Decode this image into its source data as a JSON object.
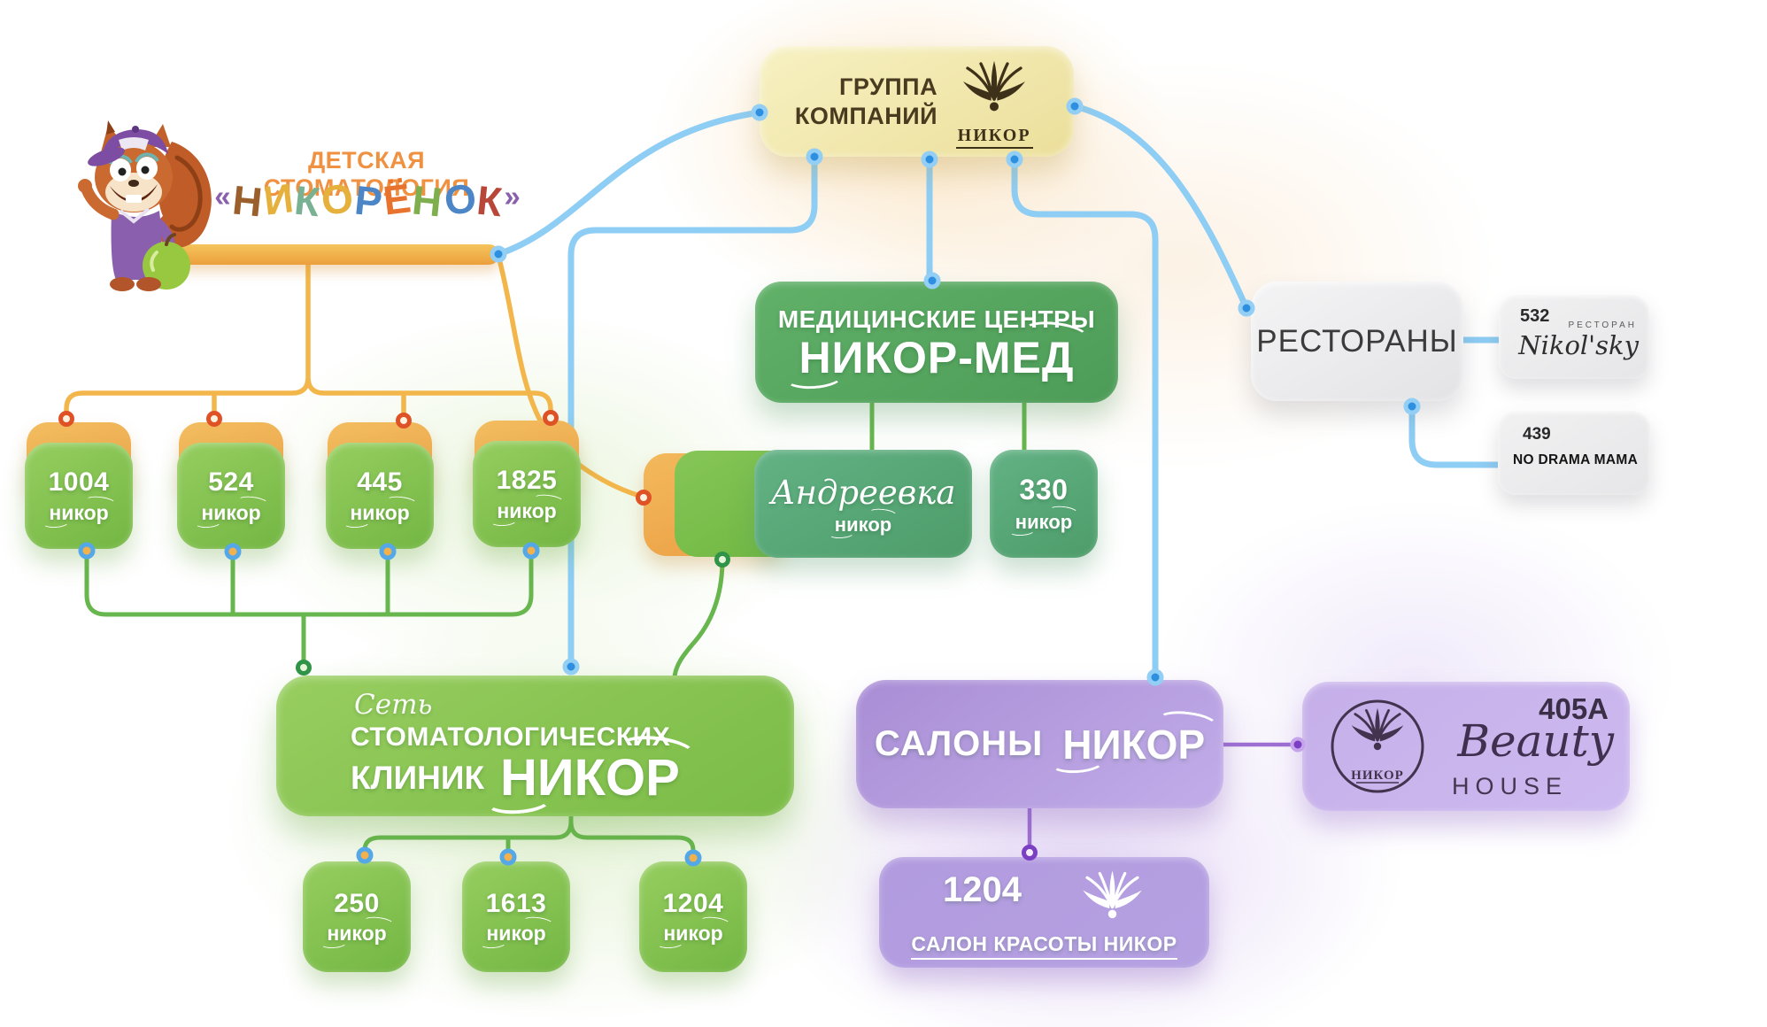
{
  "brand": {
    "tagline": "ДЕТСКАЯ СТОМАТОЛОГИЯ",
    "name_letters": [
      {
        "ch": "«",
        "color": "#8a5fae"
      },
      {
        "ch": "Н",
        "color": "#9a5f2a"
      },
      {
        "ch": "И",
        "color": "#e5b13c"
      },
      {
        "ch": "К",
        "color": "#79b193"
      },
      {
        "ch": "О",
        "color": "#e5b13c"
      },
      {
        "ch": "Р",
        "color": "#4d86c6"
      },
      {
        "ch": "Ё",
        "color": "#e8732e"
      },
      {
        "ch": "Н",
        "color": "#7fae4e"
      },
      {
        "ch": "О",
        "color": "#4d86c6"
      },
      {
        "ch": "К",
        "color": "#b8473a"
      },
      {
        "ch": "»",
        "color": "#8a5fae"
      }
    ]
  },
  "group_company": {
    "line1": "ГРУППА",
    "line2": "КОМПАНИЙ",
    "logo": "НИКОР"
  },
  "medical_centers": {
    "line1": "МЕДИЦИНСКИЕ ЦЕНТРЫ",
    "line2": "НИКОР-МЕД"
  },
  "andreevka": {
    "name": "Андреевка",
    "brand": "никор"
  },
  "unit_330": {
    "number": "330",
    "brand": "никор"
  },
  "clinics_top": [
    {
      "number": "1004",
      "brand": "никор"
    },
    {
      "number": "524",
      "brand": "никор"
    },
    {
      "number": "445",
      "brand": "никор"
    },
    {
      "number": "1825",
      "brand": "никор"
    }
  ],
  "dental_network": {
    "line1": "Сеть",
    "line2": "СТОМАТОЛОГИЧЕСКИХ",
    "line3": "КЛИНИК",
    "brand": "НИКОР"
  },
  "clinics_bottom": [
    {
      "number": "250",
      "brand": "никор"
    },
    {
      "number": "1613",
      "brand": "никор"
    },
    {
      "number": "1204",
      "brand": "никор"
    }
  ],
  "restaurants": {
    "title": "РЕСТОРАНЫ",
    "nikolsky": {
      "number": "532",
      "category": "РЕСТОРАН",
      "name": "Nikol'sky"
    },
    "no_drama_mama": {
      "number": "439",
      "name": "NO DRAMA MAMA"
    }
  },
  "salons": {
    "word": "САЛОНЫ",
    "brand": "НИКОР"
  },
  "beauty_house": {
    "number": "405A",
    "brand_circle": "НИКОР",
    "script": "Beauty",
    "caps": "HOUSE"
  },
  "beauty_salon": {
    "number": "1204",
    "label": "САЛОН КРАСОТЫ НИКОР"
  },
  "colors": {
    "connector-blue": "#8ecdf4",
    "connector-orange": "#f2b64b",
    "connector-green": "#67b64e",
    "connector-purple": "#9d6fd2",
    "dot-blue": "#2e8fe0",
    "dot-red-ring": "#df5226",
    "dot-green-ring": "#2f9348",
    "dot-purple": "#7b3fc4"
  }
}
